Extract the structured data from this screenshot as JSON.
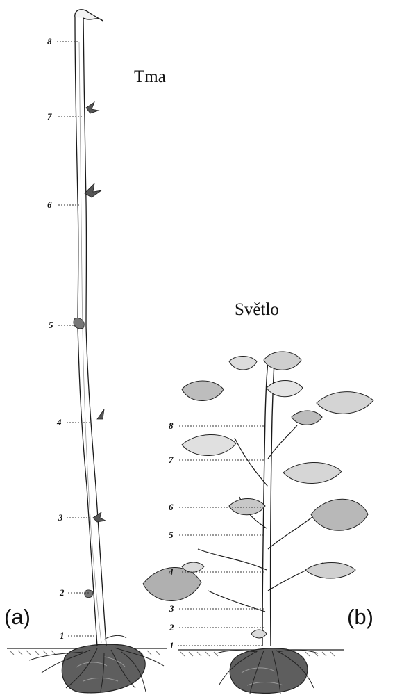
{
  "panels": {
    "dark": {
      "title": "Tma",
      "panel_label": "(a)",
      "node_labels": [
        "1",
        "2",
        "3",
        "4",
        "5",
        "6",
        "7",
        "8"
      ]
    },
    "light": {
      "title": "Světlo",
      "panel_label": "(b)",
      "node_labels": [
        "1",
        "2",
        "3",
        "4",
        "5",
        "6",
        "7",
        "8"
      ]
    }
  },
  "colors": {
    "ink": "#1a1a1a",
    "tuber": "#6b6b6b",
    "soil": "#444444"
  }
}
